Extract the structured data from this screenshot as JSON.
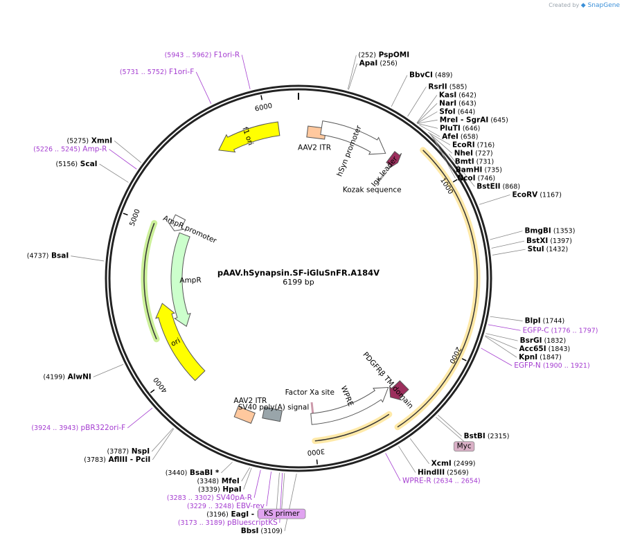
{
  "watermark": {
    "prefix": "Created by",
    "brand": "SnapGene"
  },
  "plasmid": {
    "name": "pAAV.hSynapsin.SF-iGluSnFR.A184V",
    "size_label": "6199 bp",
    "length": 6199
  },
  "ticks": [
    {
      "pos": 1000,
      "label": "1000"
    },
    {
      "pos": 2000,
      "label": "2000"
    },
    {
      "pos": 3000,
      "label": "3000"
    },
    {
      "pos": 4000,
      "label": "4000"
    },
    {
      "pos": 5000,
      "label": "5000"
    },
    {
      "pos": 6000,
      "label": "6000"
    }
  ],
  "enzymes": [
    {
      "name": "PspOMI",
      "pos": "(252)",
      "site": 252,
      "order": "pos-first"
    },
    {
      "name": "ApaI",
      "pos": "(256)",
      "site": 256
    },
    {
      "name": "BbvCI",
      "pos": "(489)",
      "site": 489
    },
    {
      "name": "RsrII",
      "pos": "(585)",
      "site": 585
    },
    {
      "name": "KasI",
      "pos": "(642)",
      "site": 642
    },
    {
      "name": "NarI",
      "pos": "(643)",
      "site": 643
    },
    {
      "name": "SfoI",
      "pos": "(644)",
      "site": 644
    },
    {
      "name": "MreI",
      "extra": "-  SgrAI",
      "pos": "(645)",
      "site": 645
    },
    {
      "name": "PluTI",
      "pos": "(646)",
      "site": 646
    },
    {
      "name": "AfeI",
      "pos": "(658)",
      "site": 658
    },
    {
      "name": "EcoRI",
      "pos": "(716)",
      "site": 716
    },
    {
      "name": "NheI",
      "pos": "(727)",
      "site": 727
    },
    {
      "name": "BmtI",
      "pos": "(731)",
      "site": 731
    },
    {
      "name": "BamHI",
      "pos": "(735)",
      "site": 735
    },
    {
      "name": "NcoI",
      "pos": "(746)",
      "site": 746
    },
    {
      "name": "BstEII",
      "pos": "(868)",
      "site": 868
    },
    {
      "name": "EcoRV",
      "pos": "(1167)",
      "site": 1167
    },
    {
      "name": "BmgBI",
      "pos": "(1353)",
      "site": 1353
    },
    {
      "name": "BstXI",
      "pos": "(1397)",
      "site": 1397
    },
    {
      "name": "StuI",
      "pos": "(1432)",
      "site": 1432
    },
    {
      "name": "BlpI",
      "pos": "(1744)",
      "site": 1744
    },
    {
      "name": "BsrGI",
      "pos": "(1832)",
      "site": 1832
    },
    {
      "name": "Acc65I",
      "pos": "(1843)",
      "site": 1843
    },
    {
      "name": "KpnI",
      "pos": "(1847)",
      "site": 1847
    },
    {
      "name": "BstBI",
      "pos": "(2315)",
      "site": 2315
    },
    {
      "name": "XcmI",
      "pos": "(2499)",
      "site": 2499
    },
    {
      "name": "HindIII",
      "pos": "(2569)",
      "site": 2569
    },
    {
      "name": "BbsI",
      "pos": "(3109)",
      "site": 3109
    },
    {
      "name": "EagI",
      "extra": "-  NotI",
      "pos": "(3196)",
      "site": 3196,
      "order": "pos-first"
    },
    {
      "name": "HpaI",
      "pos": "(3339)",
      "site": 3339,
      "order": "pos-first"
    },
    {
      "name": "MfeI",
      "pos": "(3348)",
      "site": 3348,
      "order": "pos-first"
    },
    {
      "name": "BsaBI",
      "extra": "*",
      "pos": "(3440)",
      "site": 3440,
      "order": "pos-first"
    },
    {
      "name": "AflIII",
      "extra": "-  PciI",
      "pos": "(3783)",
      "site": 3783,
      "order": "pos-first"
    },
    {
      "name": "NspI",
      "pos": "(3787)",
      "site": 3787,
      "order": "pos-first"
    },
    {
      "name": "AlwNI",
      "pos": "(4199)",
      "site": 4199,
      "order": "pos-first"
    },
    {
      "name": "BsaI",
      "pos": "(4737)",
      "site": 4737,
      "order": "pos-first"
    },
    {
      "name": "ScaI",
      "pos": "(5156)",
      "site": 5156,
      "order": "pos-first"
    },
    {
      "name": "XmnI",
      "pos": "(5275)",
      "site": 5275,
      "order": "pos-first"
    }
  ],
  "primers": [
    {
      "name": "F1ori-R",
      "range": "(5943 .. 5962)",
      "site": 5952,
      "order": "pos-first"
    },
    {
      "name": "F1ori-F",
      "range": "(5731 .. 5752)",
      "site": 5741,
      "order": "pos-first"
    },
    {
      "name": "Amp-R",
      "range": "(5226 .. 5245)",
      "site": 5235,
      "order": "pos-first"
    },
    {
      "name": "EGFP-C",
      "range": "(1776 .. 1797)",
      "site": 1786
    },
    {
      "name": "EGFP-N",
      "range": "(1900 .. 1921)",
      "site": 1910
    },
    {
      "name": "WPRE-R",
      "range": "(2634 .. 2654)",
      "site": 2644
    },
    {
      "name": "pBR322ori-F",
      "range": "(3924 .. 3943)",
      "site": 3933,
      "order": "pos-first"
    },
    {
      "name": "SV40pA-R",
      "range": "(3283 .. 3302)",
      "site": 3292,
      "order": "pos-first"
    },
    {
      "name": "EBV-rev",
      "range": "(3229 .. 3248)",
      "site": 3238,
      "order": "pos-first"
    },
    {
      "name": "pBluescriptKS",
      "range": "(3173 .. 3189)",
      "site": 3181,
      "order": "pos-first"
    }
  ],
  "primer_boxes": [
    {
      "name": "KS primer",
      "site": 3170
    },
    {
      "name": "Myc",
      "site": 2330
    }
  ],
  "features": [
    {
      "name": "f1 ori",
      "start": 5650,
      "end": 6070,
      "color": "#ffff00",
      "direction": "reverse"
    },
    {
      "name": "AAV2 ITR",
      "start": 6199,
      "end": 6199,
      "color": "#ffc89e",
      "shape": "box"
    },
    {
      "name": "hSyn promoter",
      "start": 150,
      "end": 600,
      "color": "#ffffff",
      "direction": "forward"
    },
    {
      "name": "Igκ leader",
      "start": 640,
      "end": 700,
      "color": "#9c2f5d",
      "direction": "forward"
    },
    {
      "name": "Kozak sequence",
      "start": 680,
      "end": 690,
      "color": "#aaaaaa",
      "shape": "tick"
    },
    {
      "name": "AmpR promoter",
      "start": 5010,
      "end": 5120,
      "color": "#ffffff",
      "direction": "reverse"
    },
    {
      "name": "AmpR",
      "start": 4250,
      "end": 5010,
      "color": "#ccffcc",
      "direction": "reverse"
    },
    {
      "name": "ori",
      "start": 3880,
      "end": 4470,
      "color": "#ffff00",
      "direction": "forward"
    },
    {
      "name": "PDGFRβ TM domain",
      "start": 2330,
      "end": 2450,
      "color": "#9c2f5d",
      "direction": "forward"
    },
    {
      "name": "Factor Xa site",
      "start": 2995,
      "end": 3010,
      "color": "#cc99aa",
      "shape": "tick"
    },
    {
      "name": "SV40 poly(A) signal",
      "start": 3225,
      "end": 3350,
      "color": "#99a5aa",
      "shape": "box"
    },
    {
      "name": "WPRE",
      "start": 2420,
      "end": 3010,
      "color": "#ffffff",
      "direction": "reverse"
    },
    {
      "name": "AAV2 ITR",
      "start": 3400,
      "end": 3540,
      "color": "#ffc89e",
      "shape": "box"
    }
  ],
  "orfs": [
    {
      "start": 760,
      "end": 2520,
      "direction": "forward",
      "color": "#ffe9a8"
    },
    {
      "start": 2520,
      "end": 3000,
      "direction": "reverse",
      "color": "#ffe9a8"
    },
    {
      "start": 4250,
      "end": 5010,
      "direction": "reverse",
      "color": "#ccf09a"
    }
  ]
}
